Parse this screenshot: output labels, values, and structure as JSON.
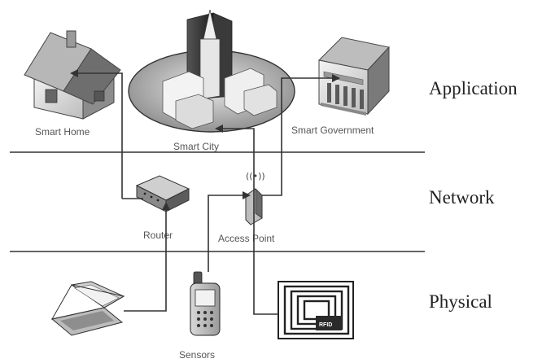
{
  "layers": {
    "application": "Application",
    "network": "Network",
    "physical": "Physical"
  },
  "nodes": {
    "smart_home": "Smart Home",
    "smart_city": "Smart City",
    "smart_government": "Smart Government",
    "router": "Router",
    "access_point": "Access Point",
    "sensors": "Sensors",
    "rfid_tag": "RFID"
  },
  "icons": {
    "smart_home": "house-icon",
    "smart_city": "city-buildings-icon",
    "smart_government": "government-building-icon",
    "router": "router-icon",
    "access_point": "access-point-icon",
    "laptop": "laptop-icon",
    "sensors": "mobile-sensor-icon",
    "rfid_tag": "rfid-tag-icon"
  }
}
